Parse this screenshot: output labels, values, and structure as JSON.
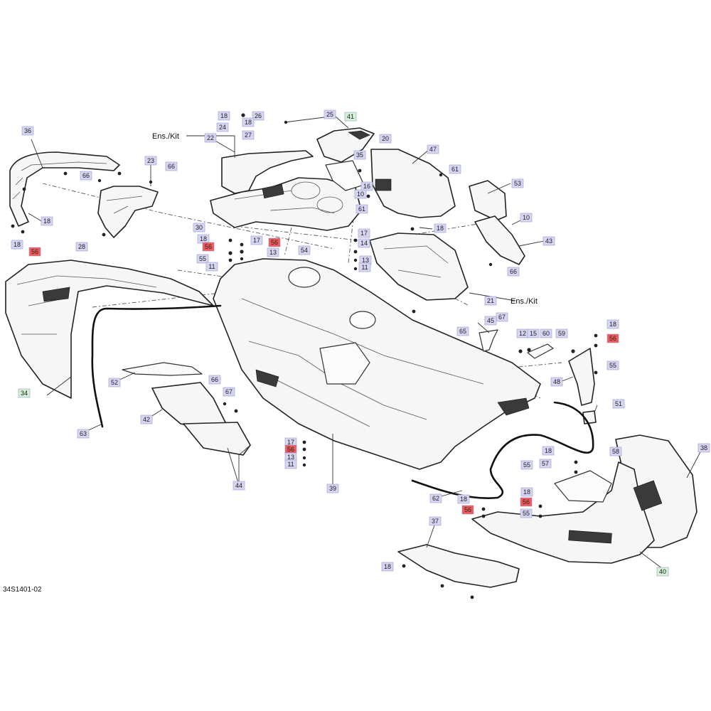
{
  "diagram": {
    "reference_code": "34S1401-02",
    "kit_label": "Ens./Kit",
    "colors": {
      "standard": "#d6d6f2",
      "highlight_red": "#f05a5a",
      "highlight_green": "#d4f2d4"
    },
    "callouts": [
      {
        "label": "18",
        "color": "standard"
      },
      {
        "label": "26",
        "color": "standard"
      },
      {
        "label": "25",
        "color": "standard"
      },
      {
        "label": "41",
        "color": "green"
      },
      {
        "label": "24",
        "color": "standard"
      },
      {
        "label": "18",
        "color": "standard"
      },
      {
        "label": "27",
        "color": "standard"
      },
      {
        "label": "36",
        "color": "standard"
      },
      {
        "label": "22",
        "color": "standard"
      },
      {
        "label": "20",
        "color": "standard"
      },
      {
        "label": "35",
        "color": "standard"
      },
      {
        "label": "47",
        "color": "standard"
      },
      {
        "label": "23",
        "color": "standard"
      },
      {
        "label": "66",
        "color": "standard"
      },
      {
        "label": "66",
        "color": "standard"
      },
      {
        "label": "16",
        "color": "standard"
      },
      {
        "label": "61",
        "color": "standard"
      },
      {
        "label": "10",
        "color": "standard"
      },
      {
        "label": "53",
        "color": "standard"
      },
      {
        "label": "61",
        "color": "standard"
      },
      {
        "label": "18",
        "color": "standard"
      },
      {
        "label": "30",
        "color": "standard"
      },
      {
        "label": "18",
        "color": "standard"
      },
      {
        "label": "10",
        "color": "standard"
      },
      {
        "label": "28",
        "color": "standard"
      },
      {
        "label": "18",
        "color": "standard"
      },
      {
        "label": "17",
        "color": "standard"
      },
      {
        "label": "17",
        "color": "standard"
      },
      {
        "label": "14",
        "color": "standard"
      },
      {
        "label": "43",
        "color": "standard"
      },
      {
        "label": "18",
        "color": "standard"
      },
      {
        "label": "56",
        "color": "red"
      },
      {
        "label": "56",
        "color": "red"
      },
      {
        "label": "56",
        "color": "red"
      },
      {
        "label": "54",
        "color": "standard"
      },
      {
        "label": "13",
        "color": "standard"
      },
      {
        "label": "55",
        "color": "standard"
      },
      {
        "label": "13",
        "color": "standard"
      },
      {
        "label": "11",
        "color": "standard"
      },
      {
        "label": "11",
        "color": "standard"
      },
      {
        "label": "66",
        "color": "standard"
      },
      {
        "label": "21",
        "color": "standard"
      },
      {
        "label": "67",
        "color": "standard"
      },
      {
        "label": "45",
        "color": "standard"
      },
      {
        "label": "18",
        "color": "standard"
      },
      {
        "label": "12",
        "color": "standard"
      },
      {
        "label": "15",
        "color": "standard"
      },
      {
        "label": "60",
        "color": "standard"
      },
      {
        "label": "59",
        "color": "standard"
      },
      {
        "label": "65",
        "color": "standard"
      },
      {
        "label": "56",
        "color": "red"
      },
      {
        "label": "52",
        "color": "standard"
      },
      {
        "label": "66",
        "color": "standard"
      },
      {
        "label": "55",
        "color": "standard"
      },
      {
        "label": "34",
        "color": "green"
      },
      {
        "label": "67",
        "color": "standard"
      },
      {
        "label": "48",
        "color": "standard"
      },
      {
        "label": "42",
        "color": "standard"
      },
      {
        "label": "51",
        "color": "standard"
      },
      {
        "label": "63",
        "color": "standard"
      },
      {
        "label": "17",
        "color": "standard"
      },
      {
        "label": "38",
        "color": "standard"
      },
      {
        "label": "56",
        "color": "red"
      },
      {
        "label": "18",
        "color": "standard"
      },
      {
        "label": "58",
        "color": "standard"
      },
      {
        "label": "13",
        "color": "standard"
      },
      {
        "label": "57",
        "color": "standard"
      },
      {
        "label": "55",
        "color": "standard"
      },
      {
        "label": "11",
        "color": "standard"
      },
      {
        "label": "44",
        "color": "standard"
      },
      {
        "label": "39",
        "color": "standard"
      },
      {
        "label": "18",
        "color": "standard"
      },
      {
        "label": "62",
        "color": "standard"
      },
      {
        "label": "18",
        "color": "standard"
      },
      {
        "label": "56",
        "color": "red"
      },
      {
        "label": "56",
        "color": "red"
      },
      {
        "label": "55",
        "color": "standard"
      },
      {
        "label": "37",
        "color": "standard"
      },
      {
        "label": "18",
        "color": "standard"
      },
      {
        "label": "40",
        "color": "green"
      }
    ]
  }
}
